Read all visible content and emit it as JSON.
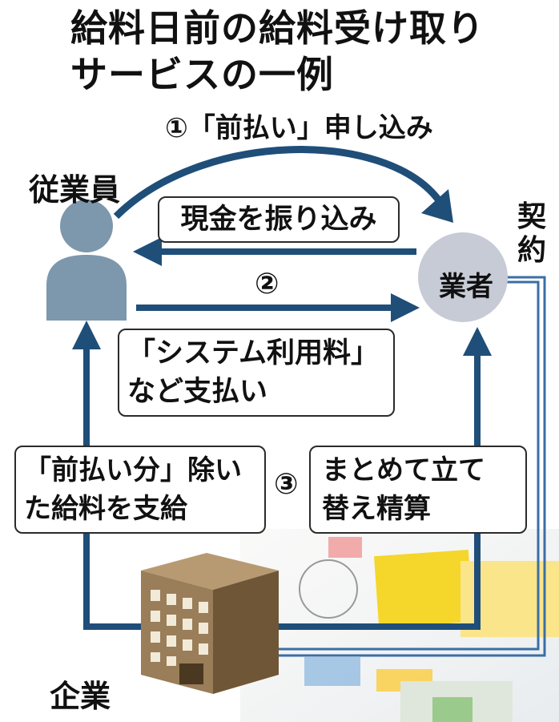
{
  "title": {
    "line1": "給料日前の給料受け取り",
    "line2": "サービスの一例"
  },
  "nodes": {
    "employee": "従業員",
    "vendor": "業者",
    "company": "企業"
  },
  "flows": {
    "step1": "①「前払い」申し込み",
    "cash_transfer": "現金を振り込み",
    "step2": "②",
    "fee_line1": "「システム利用料」",
    "fee_line2": "など支払い",
    "step3": "③",
    "deduct_line1": "「前払い分」除い",
    "deduct_line2": "た給料を支給",
    "settle_line1": "まとめて立て",
    "settle_line2": "替え精算",
    "contract": "契約"
  },
  "colors": {
    "arrow": "#1f4e79",
    "person": "#7d97ad",
    "vendor_circle": "#c7cbd6",
    "building_front": "#9a7d59",
    "building_side": "#6f5636",
    "contract_line": "#3b6ea5"
  }
}
